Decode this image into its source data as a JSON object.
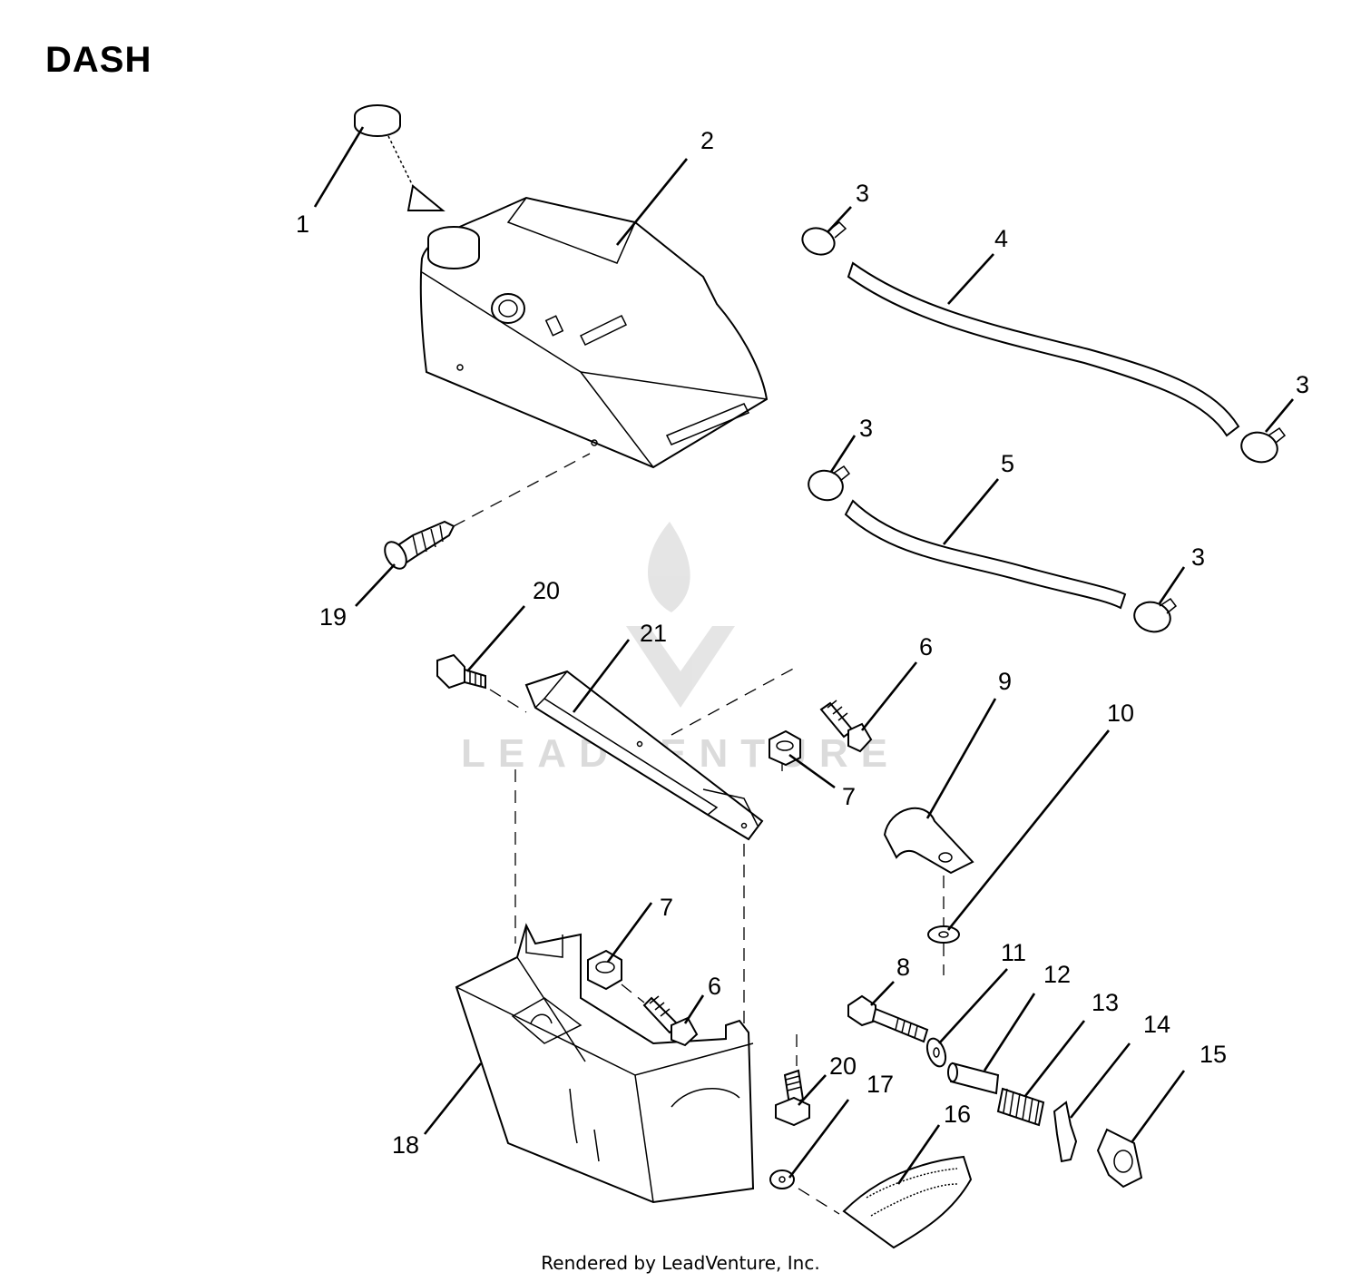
{
  "title": "DASH",
  "footer": "Rendered by LeadVenture, Inc.",
  "watermark": "LEADVENTURE",
  "callouts": [
    {
      "id": "c1",
      "label": "1"
    },
    {
      "id": "c2",
      "label": "2"
    },
    {
      "id": "c3a",
      "label": "3"
    },
    {
      "id": "c3b",
      "label": "3"
    },
    {
      "id": "c3c",
      "label": "3"
    },
    {
      "id": "c3d",
      "label": "3"
    },
    {
      "id": "c4",
      "label": "4"
    },
    {
      "id": "c5",
      "label": "5"
    },
    {
      "id": "c6a",
      "label": "6"
    },
    {
      "id": "c6b",
      "label": "6"
    },
    {
      "id": "c7a",
      "label": "7"
    },
    {
      "id": "c7b",
      "label": "7"
    },
    {
      "id": "c8",
      "label": "8"
    },
    {
      "id": "c9",
      "label": "9"
    },
    {
      "id": "c10",
      "label": "10"
    },
    {
      "id": "c11",
      "label": "11"
    },
    {
      "id": "c12",
      "label": "12"
    },
    {
      "id": "c13",
      "label": "13"
    },
    {
      "id": "c14",
      "label": "14"
    },
    {
      "id": "c15",
      "label": "15"
    },
    {
      "id": "c16",
      "label": "16"
    },
    {
      "id": "c17",
      "label": "17"
    },
    {
      "id": "c18",
      "label": "18"
    },
    {
      "id": "c19",
      "label": "19"
    },
    {
      "id": "c20a",
      "label": "20"
    },
    {
      "id": "c20b",
      "label": "20"
    },
    {
      "id": "c21",
      "label": "21"
    }
  ]
}
